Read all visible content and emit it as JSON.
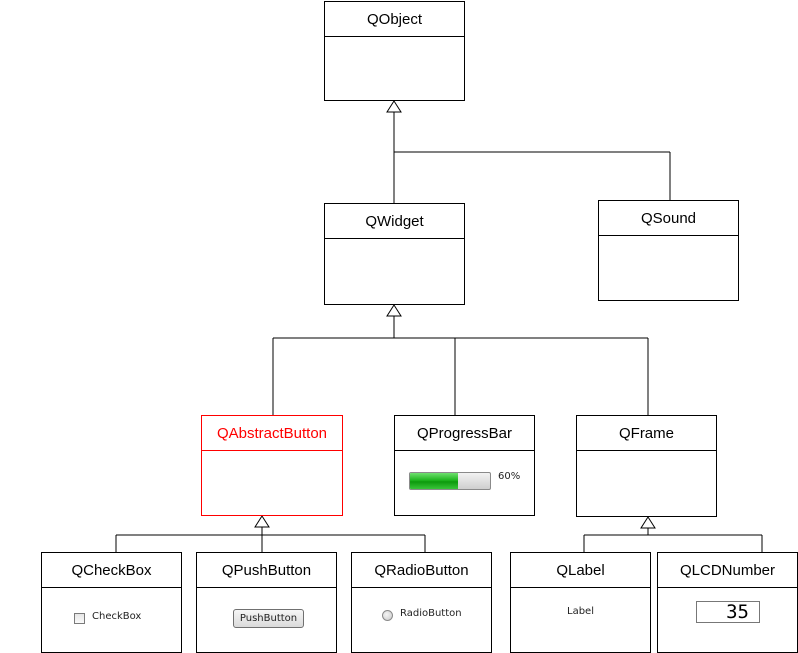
{
  "diagram": {
    "boxes": {
      "qobject": "QObject",
      "qwidget": "QWidget",
      "qsound": "QSound",
      "qabstractbutton": "QAbstractButton",
      "qprogressbar": "QProgressBar",
      "qframe": "QFrame",
      "qcheckbox": "QCheckBox",
      "qpushbutton": "QPushButton",
      "qradiobutton": "QRadioButton",
      "qlabel": "QLabel",
      "qlcdnumber": "QLCDNumber"
    },
    "previews": {
      "progress_percent_text": "60%",
      "progress_value": 0.6,
      "checkbox_label": "CheckBox",
      "pushbutton_label": "PushButton",
      "radiobutton_label": "RadioButton",
      "label_text": "Label",
      "lcd_value": "35"
    },
    "colors": {
      "highlight": "#ff0000",
      "progress_fill": "#1fb51f"
    }
  }
}
